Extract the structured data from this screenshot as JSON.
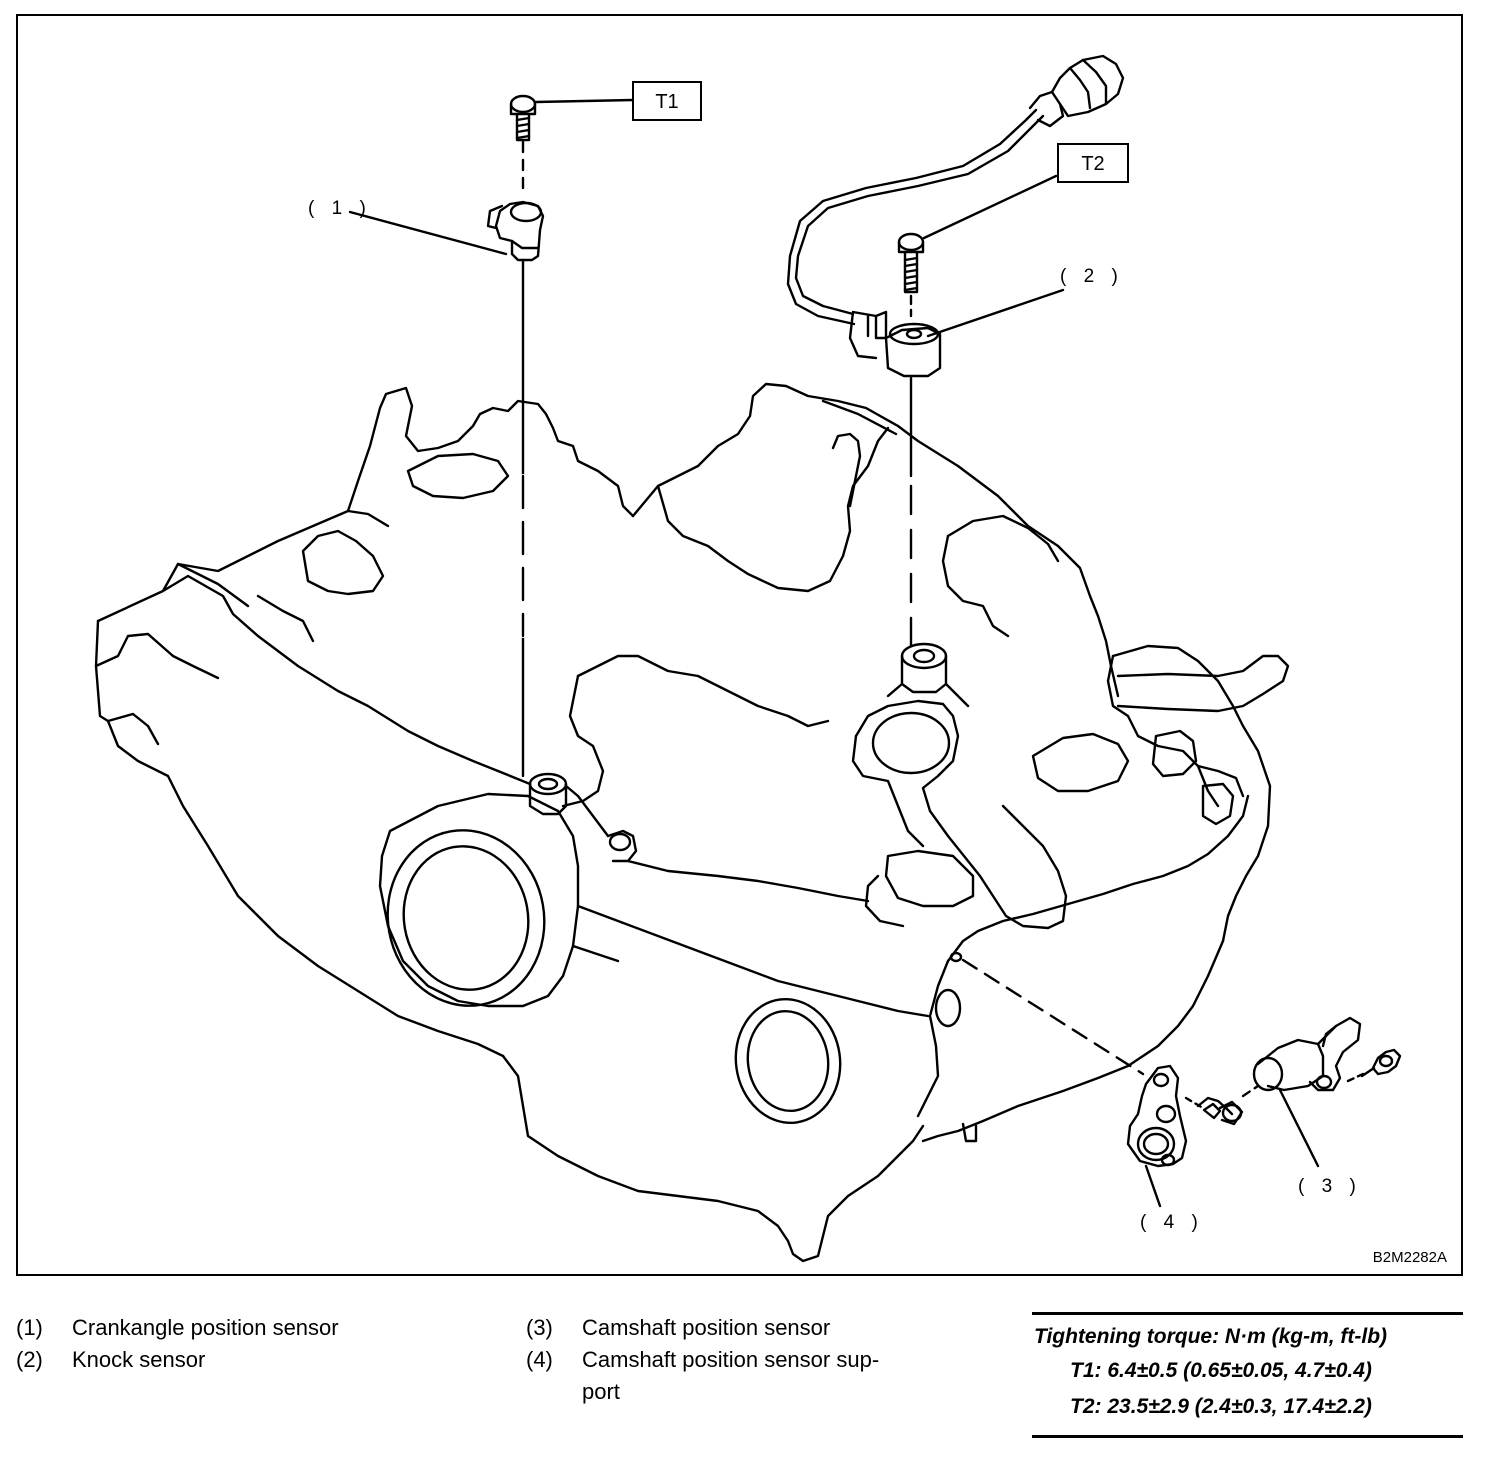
{
  "figure": {
    "code": "B2M2282A",
    "torque_tags": [
      "T1",
      "T2"
    ],
    "callouts": [
      "( 1 )",
      "( 2 )",
      "( 3 )",
      "( 4 )"
    ]
  },
  "legend": {
    "items": [
      {
        "num": "(1)",
        "text": "Crankangle position sensor"
      },
      {
        "num": "(2)",
        "text": "Knock sensor"
      },
      {
        "num": "(3)",
        "text": "Camshaft position sensor"
      },
      {
        "num": "(4)",
        "text": "Camshaft position sensor sup-\nport"
      }
    ]
  },
  "torque": {
    "title": "Tightening torque: N·m (kg-m, ft-lb)",
    "t1": "T1: 6.4±0.5 (0.65±0.05, 4.7±0.4)",
    "t2": "T2: 23.5±2.9 (2.4±0.3, 17.4±2.2)"
  }
}
